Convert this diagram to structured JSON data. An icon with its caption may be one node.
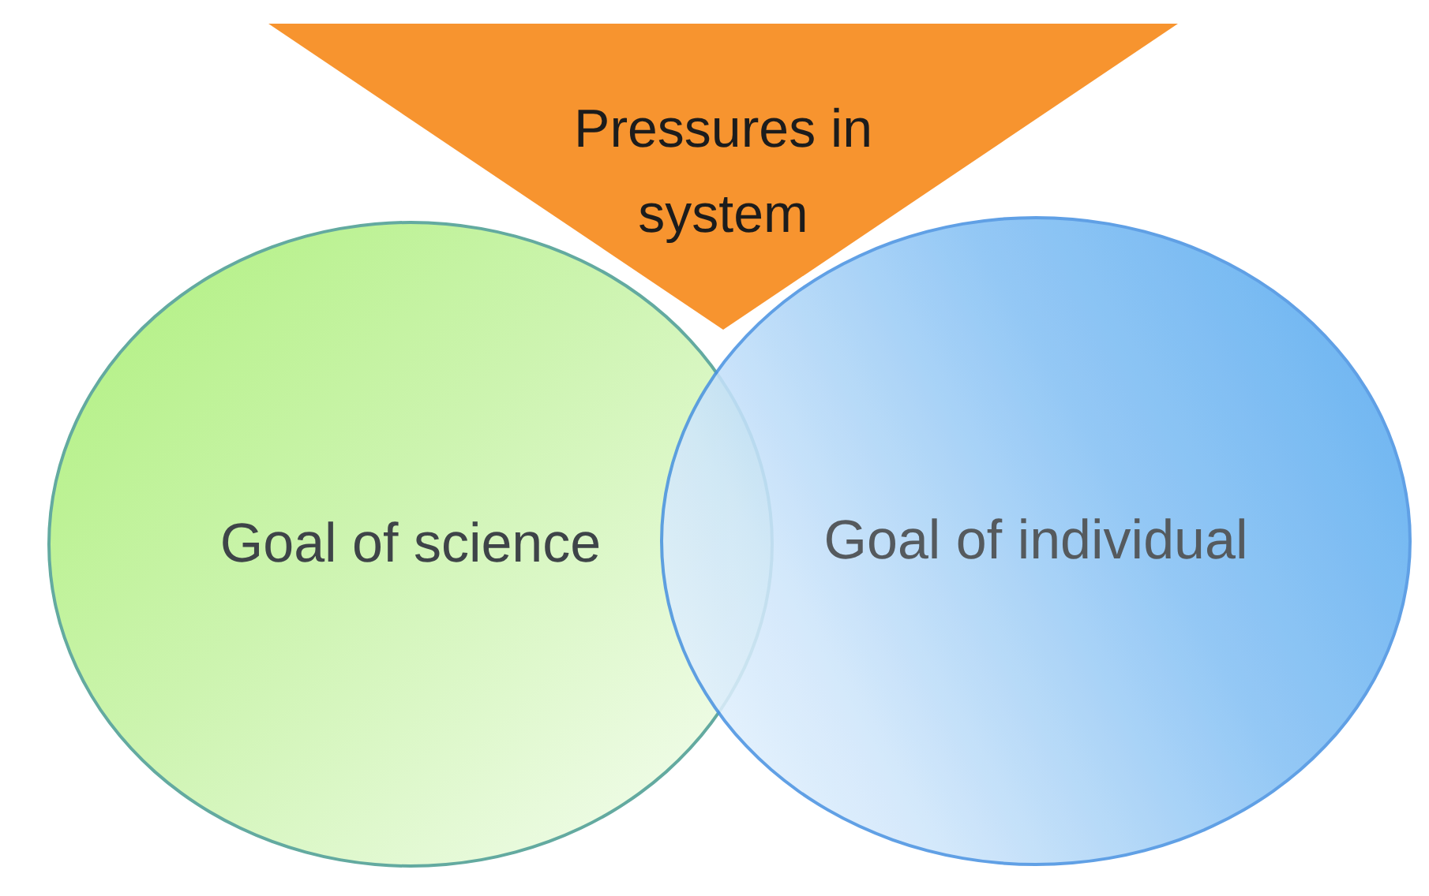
{
  "diagram": {
    "nodes": [
      {
        "text": [
          "Pressures in system"
        ]
      },
      {
        "text": [
          "Goal of science"
        ]
      },
      {
        "text": [
          "Goal of individual"
        ]
      }
    ]
  }
}
